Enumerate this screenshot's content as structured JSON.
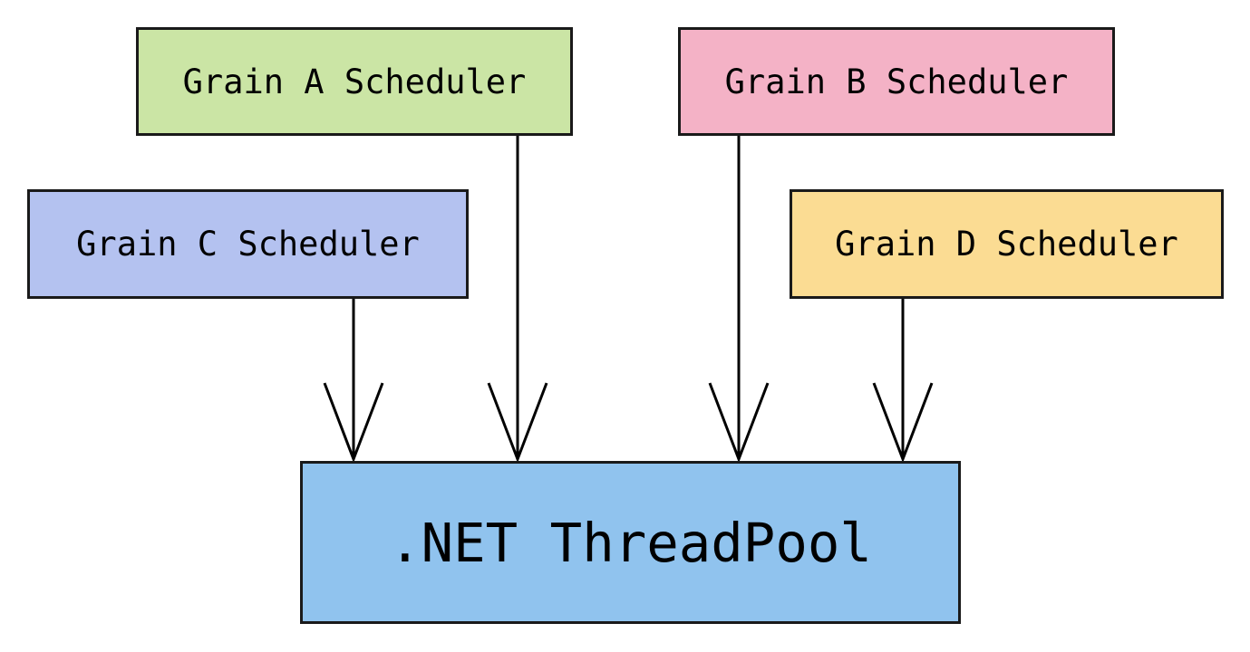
{
  "diagram": {
    "background_color": "#ffffff",
    "border_color": "#1a1a1a",
    "arrow_color": "#000000",
    "text_color": "#000000",
    "nodes": [
      {
        "id": "grain-a",
        "label": "Grain A Scheduler",
        "fill": "#cbe5a5"
      },
      {
        "id": "grain-b",
        "label": "Grain B Scheduler",
        "fill": "#f4b2c6"
      },
      {
        "id": "grain-c",
        "label": "Grain C Scheduler",
        "fill": "#b4c2f0"
      },
      {
        "id": "grain-d",
        "label": "Grain D Scheduler",
        "fill": "#fbdc93"
      },
      {
        "id": "threadpool",
        "label": ".NET ThreadPool",
        "fill": "#90c3ee"
      }
    ],
    "edges": [
      {
        "from": "grain-c",
        "to": "threadpool"
      },
      {
        "from": "grain-a",
        "to": "threadpool"
      },
      {
        "from": "grain-b",
        "to": "threadpool"
      },
      {
        "from": "grain-d",
        "to": "threadpool"
      }
    ]
  }
}
